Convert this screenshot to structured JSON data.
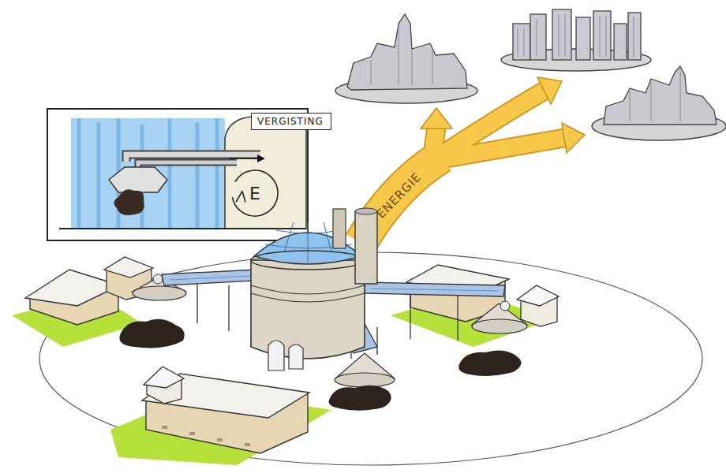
{
  "diagram": {
    "nodes": [
      {
        "text": [
          "VERGISTING"
        ]
      },
      {
        "text": [
          "E"
        ]
      }
    ],
    "labels": [
      "ENERGIE"
    ]
  }
}
